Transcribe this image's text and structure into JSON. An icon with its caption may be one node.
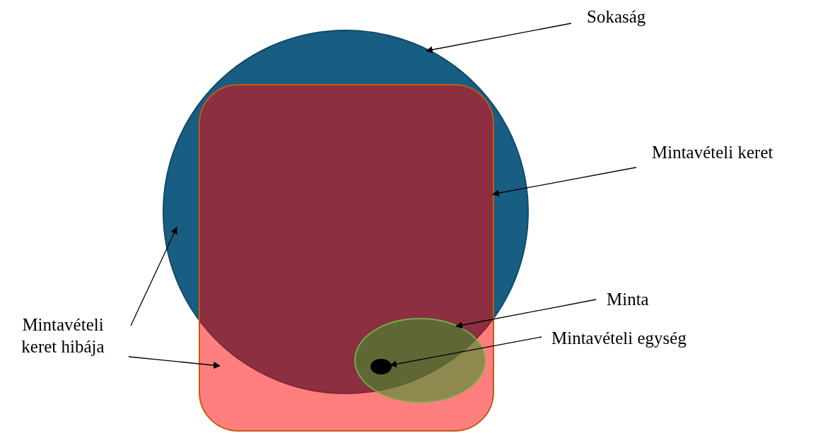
{
  "diagram": {
    "nodes": [
      {
        "text": [
          "Sokaság"
        ]
      },
      {
        "text": [],
        "shape": "circle"
      },
      {
        "text": [
          "Mintavételi keret"
        ]
      },
      {
        "text": [],
        "shape": "box"
      },
      {
        "text": [
          "Minta"
        ]
      },
      {
        "text": [],
        "shape": "ellipse",
        "in": 3
      },
      {
        "text": [
          "Mintavételi egység"
        ]
      },
      {
        "text": [],
        "shape": "ellipse",
        "in": 5
      },
      {
        "text": [
          "Mintavételi keret hibája"
        ]
      }
    ],
    "edges": [
      {
        "from": 0,
        "to": 1,
        "arrow": "to"
      },
      {
        "from": 2,
        "to": 3,
        "arrow": "to"
      },
      {
        "from": 4,
        "to": 5,
        "arrow": "to"
      },
      {
        "from": 6,
        "to": 7,
        "arrow": "to"
      },
      {
        "from": 8,
        "to": 1,
        "arrow": "to"
      },
      {
        "from": 8,
        "to": 3,
        "arrow": "to"
      }
    ]
  }
}
